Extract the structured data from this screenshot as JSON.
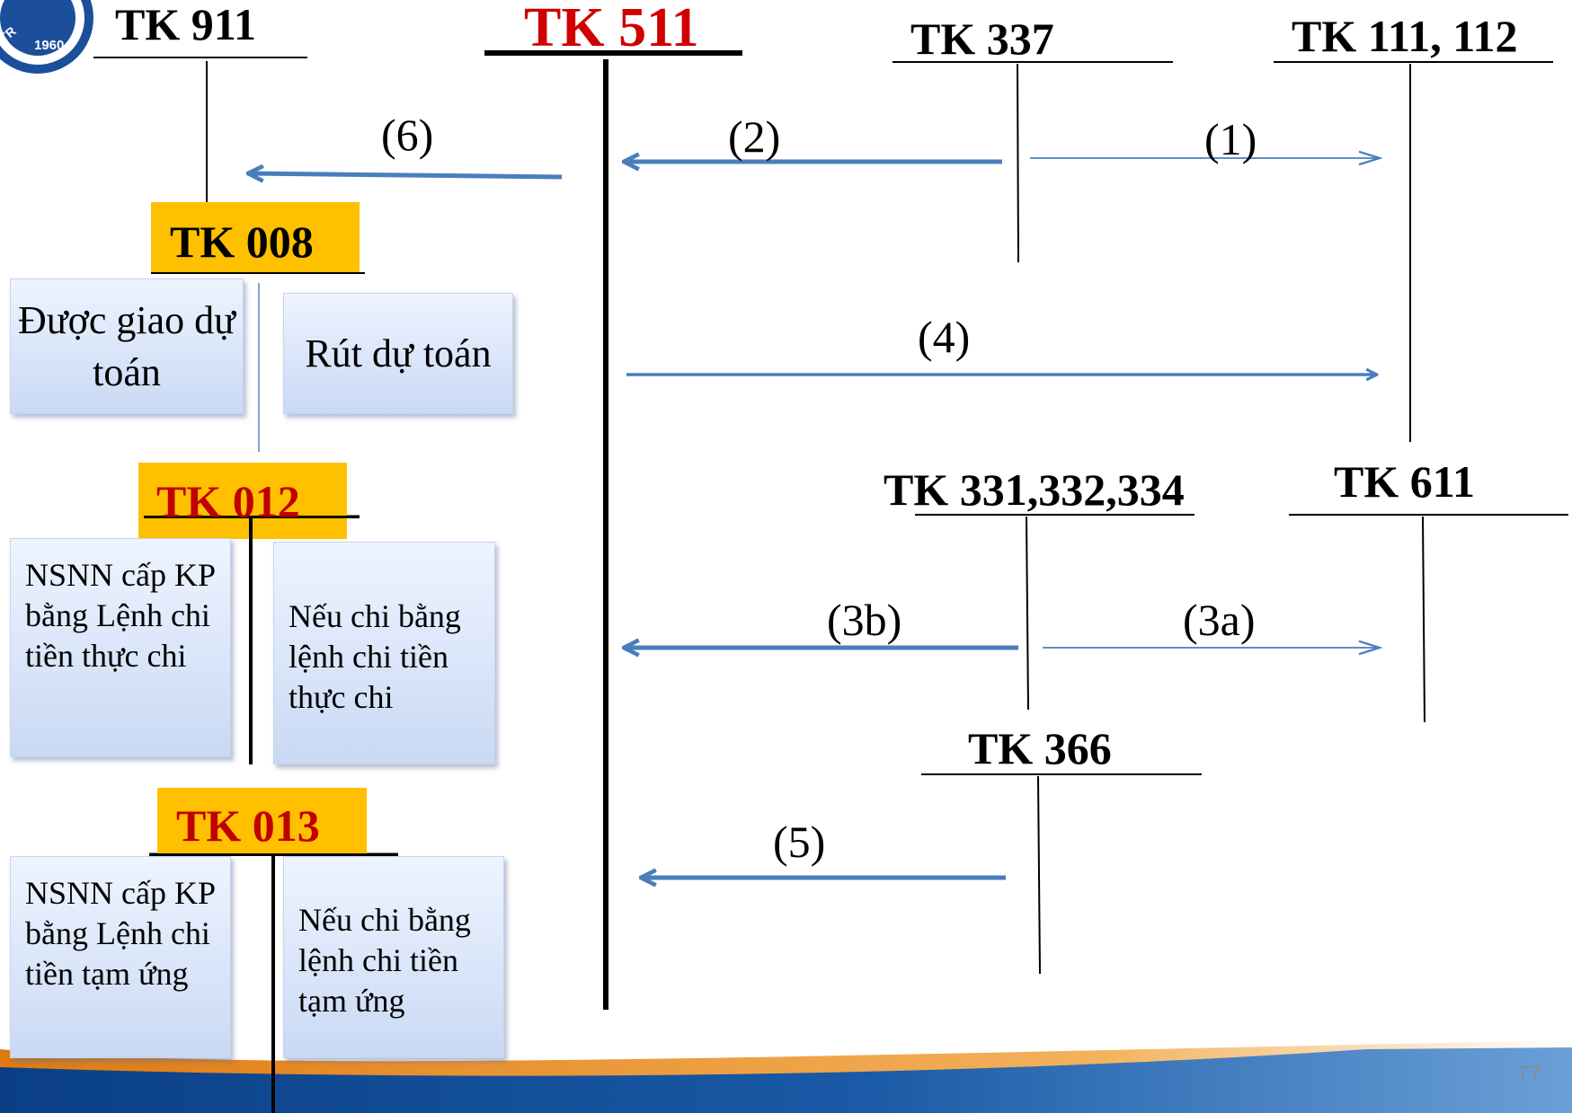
{
  "accounts": {
    "tk911": "TK 911",
    "tk511": "TK 511",
    "tk337": "TK 337",
    "tk111_112": "TK 111, 112",
    "tk008": "TK 008",
    "tk012": "TK 012",
    "tk013": "TK 013",
    "tk331": "TK 331,332,334",
    "tk611": "TK 611",
    "tk366": "TK 366"
  },
  "steps": {
    "s1": "(1)",
    "s2": "(2)",
    "s3a": "(3a)",
    "s3b": "(3b)",
    "s4": "(4)",
    "s5": "(5)",
    "s6": "(6)"
  },
  "boxes": {
    "tk008_left": "Được giao dự toán",
    "tk008_right": "Rút dự toán",
    "tk012_left": "NSNN cấp KP bằng Lệnh chi tiền thực chi",
    "tk012_right": "Nếu chi bằng lệnh chi tiền thực chi",
    "tk013_left": "NSNN cấp KP bằng Lệnh chi tiền tạm ứng",
    "tk013_right": "Nếu chi bằng lệnh chi tiền tạm ứng"
  },
  "logo": {
    "year": "1960",
    "letters": "TR"
  },
  "page_number": "77",
  "colors": {
    "arrow": "#4a7ebb",
    "highlight": "#ffc000",
    "red": "#d00000",
    "darkred": "#c00000"
  }
}
